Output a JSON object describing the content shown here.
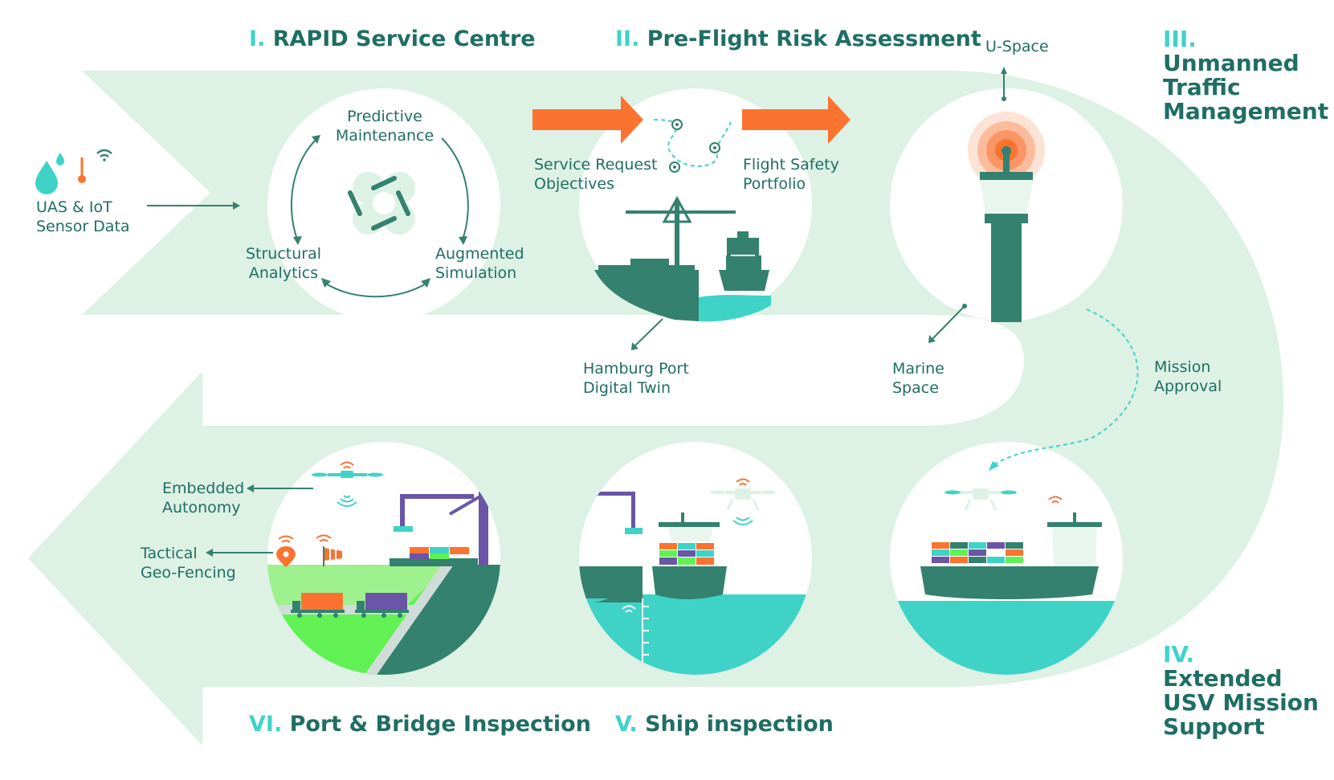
{
  "colors": {
    "band": "#ddf1e4",
    "dark_teal": "#34816f",
    "text_teal": "#1f6e64",
    "cyan": "#3fd3c8",
    "orange": "#fa7331",
    "purple": "#6a55a6",
    "green": "#61f154"
  },
  "steps": {
    "s1": {
      "num": "I.",
      "title": "RAPID Service Centre"
    },
    "s2": {
      "num": "II.",
      "title": "Pre-Flight Risk Assessment"
    },
    "s3": {
      "num": "III.",
      "line1": "Unmanned",
      "line2": "Traffic",
      "line3": "Management"
    },
    "s4": {
      "num": "IV.",
      "line1": "Extended",
      "line2": "USV Mission",
      "line3": "Support"
    },
    "s5": {
      "num": "V.",
      "title": "Ship inspection"
    },
    "s6": {
      "num": "VI.",
      "title": "Port & Bridge Inspection"
    }
  },
  "labels": {
    "sensor_line1": "UAS & IoT",
    "sensor_line2": "Sensor Data",
    "pm_line1": "Predictive",
    "pm_line2": "Maintenance",
    "sa_line1": "Structural",
    "sa_line2": "Analytics",
    "as_line1": "Augmented",
    "as_line2": "Simulation",
    "sr_line1": "Service Request",
    "sr_line2": "Objectives",
    "fs_line1": "Flight Safety",
    "fs_line2": "Portfolio",
    "uspace": "U-Space",
    "hp_line1": "Hamburg Port",
    "hp_line2": "Digital Twin",
    "ms_line1": "Marine",
    "ms_line2": "Space",
    "ma_line1": "Mission",
    "ma_line2": "Approval",
    "ea_line1": "Embedded",
    "ea_line2": "Autonomy",
    "tg_line1": "Tactical",
    "tg_line2": "Geo-Fencing"
  },
  "icons": [
    "water-drops-icon",
    "thermometer-icon",
    "wifi-icon",
    "drone-icon",
    "arrow-icon",
    "control-tower-icon",
    "crane-icon",
    "ship-icon",
    "truck-icon",
    "geo-pin-icon",
    "windsock-icon"
  ]
}
